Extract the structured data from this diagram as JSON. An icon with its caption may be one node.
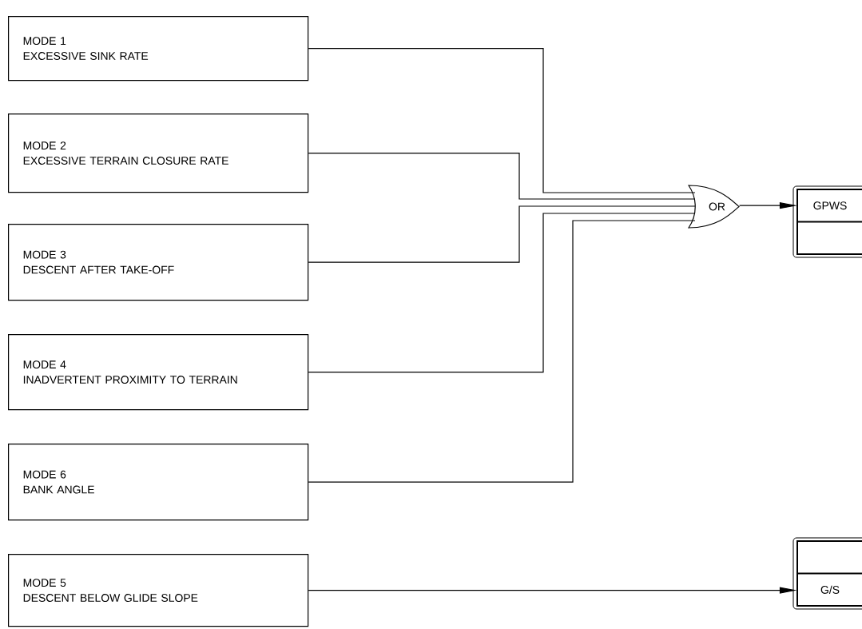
{
  "diagram": {
    "nodes": [
      {
        "text": [
          "MODE 1",
          "EXCESSIVE SINK RATE"
        ]
      },
      {
        "text": [
          "MODE 2",
          "EXCESSIVE TERRAIN CLOSURE RATE"
        ]
      },
      {
        "text": [
          "MODE 3",
          "DESCENT AFTER TAKE-OFF"
        ]
      },
      {
        "text": [
          "MODE 4",
          "INADVERTENT PROXIMITY TO TERRAIN"
        ]
      },
      {
        "text": [
          "MODE 6",
          "BANK ANGLE"
        ]
      },
      {
        "text": [
          "MODE 5",
          "DESCENT BELOW GLIDE SLOPE"
        ]
      },
      {
        "text": [
          "OR"
        ]
      },
      {
        "text": [
          "GPWS"
        ]
      },
      {
        "text": [
          "G/S"
        ]
      }
    ],
    "edges": [
      {
        "from": 0,
        "to": 6,
        "arrow": "none"
      },
      {
        "from": 1,
        "to": 6,
        "arrow": "none"
      },
      {
        "from": 2,
        "to": 6,
        "arrow": "none"
      },
      {
        "from": 3,
        "to": 6,
        "arrow": "none"
      },
      {
        "from": 4,
        "to": 6,
        "arrow": "none"
      },
      {
        "from": 6,
        "to": 7,
        "arrow": "to"
      },
      {
        "from": 5,
        "to": 8,
        "arrow": "to"
      }
    ]
  }
}
